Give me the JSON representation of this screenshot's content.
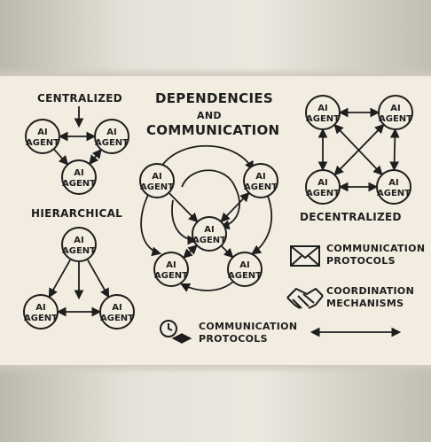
{
  "sections": {
    "centralized": "CENTRALIZED",
    "hierarchical": "HIERARCHICAL",
    "decentralized": "DECENTRALIZED"
  },
  "main_title": {
    "line1": "DEPENDENCIES",
    "line2": "AND",
    "line3": "COMMUNICATION"
  },
  "node": {
    "line1": "AI",
    "line2": "AGENT"
  },
  "legend": {
    "communication_protocols": {
      "line1": "COMMUNICATION",
      "line2": "PROTOCOLS",
      "icon": "envelope-icon"
    },
    "coordination_mechanisms": {
      "line1": "COORDINATION",
      "line2": "MECHANISMS",
      "icon": "handshake-icon"
    },
    "bottom_protocols": {
      "line1": "COMMUNICATION",
      "line2": "PROTOCOLS",
      "icon": "clock-arrow-icon"
    }
  },
  "colors": {
    "ink": "#1e1e1e",
    "paper": "#f2ede0",
    "backdrop": "#d8d4cb"
  }
}
